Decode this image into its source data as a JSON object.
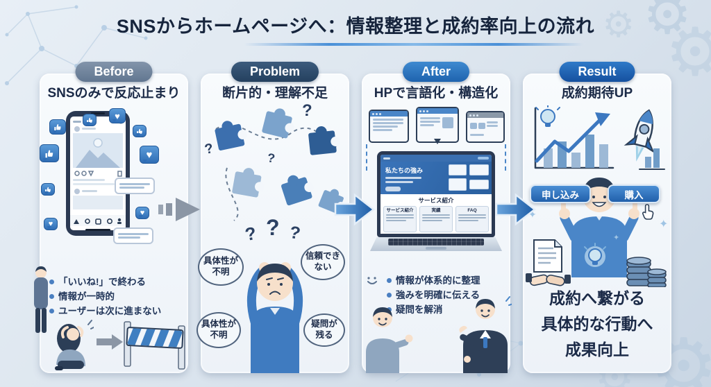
{
  "title": {
    "text": "SNSからホームページへ：情報整理と成約率向上の流れ"
  },
  "icons": {
    "heart": "♥",
    "question": "?",
    "sparkle": "✦",
    "gear": "⚙"
  },
  "panels": {
    "before": {
      "badge": "Before",
      "heading": "SNSのみで反応止まり",
      "bullets": [
        "「いいね!」で終わる",
        "情報が一時的",
        "ユーザーは次に進まない"
      ]
    },
    "problem": {
      "badge": "Problem",
      "heading": "断片的・理解不足",
      "bubble_tl": "具体性が不明",
      "bubble_tr": "信頼できない",
      "bubble_bl": "具体性が不明",
      "bubble_br": "疑問が残る"
    },
    "after": {
      "badge": "After",
      "heading": "HPで言語化・構造化",
      "site": {
        "hero": "私たちの強み",
        "section": "サービス紹介",
        "card_1": "サービス紹介",
        "card_2": "実績",
        "card_3": "FAQ"
      },
      "bullets": [
        "情報が体系的に整理",
        "強みを明確に伝える",
        "疑問を解消"
      ]
    },
    "result": {
      "badge": "Result",
      "heading": "成約期待UP",
      "button_apply": "申し込み",
      "button_buy": "購入",
      "outcome_lines": [
        "成約へ繋がる",
        "具体的な行動へ",
        "成果向上"
      ]
    }
  }
}
